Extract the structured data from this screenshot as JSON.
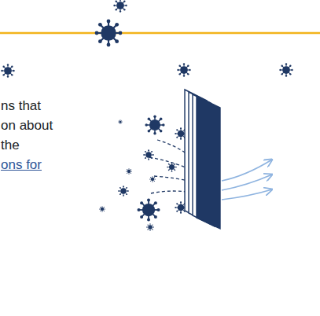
{
  "diagram": {
    "labels": [
      "ns that",
      "on about",
      "the",
      "ons for"
    ]
  }
}
